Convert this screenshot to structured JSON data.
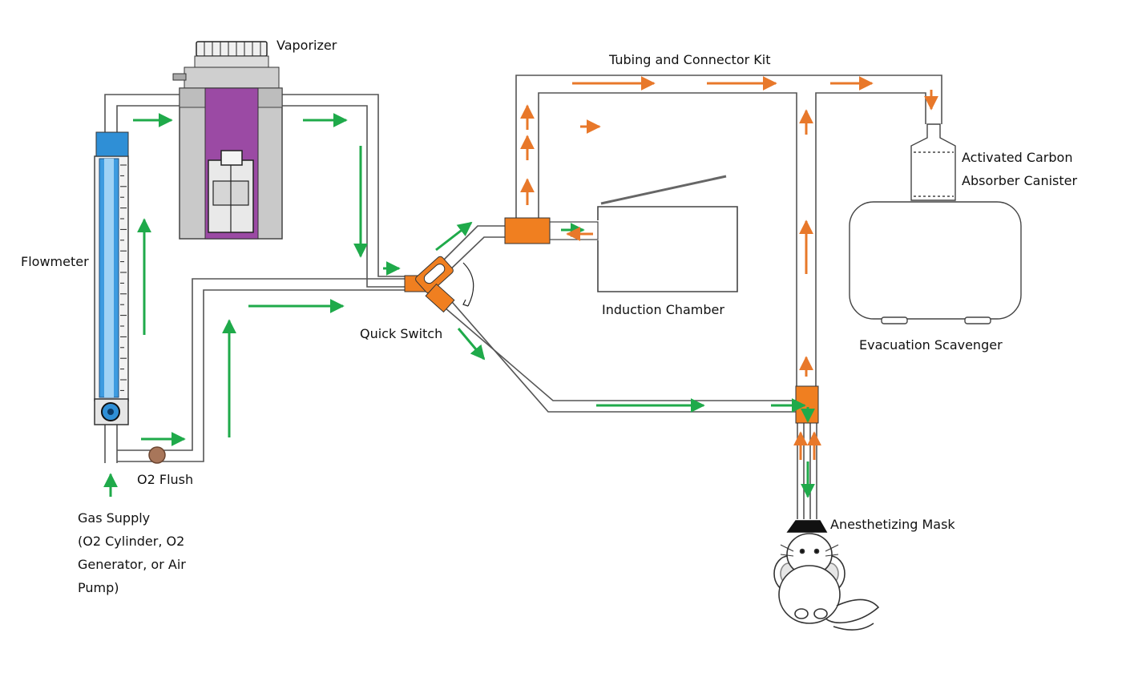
{
  "labels": {
    "vaporizer": "Vaporizer",
    "tubing_kit": "Tubing and Connector Kit",
    "flowmeter": "Flowmeter",
    "quick_switch": "Quick Switch",
    "induction_chamber": "Induction Chamber",
    "carbon_line1": "Activated Carbon",
    "carbon_line2": "Absorber Canister",
    "scavenger": "Evacuation Scavenger",
    "o2_flush": "O2 Flush",
    "gas_supply": [
      "Gas Supply",
      "(O2 Cylinder, O2",
      "Generator, or Air",
      "Pump)"
    ],
    "mask": "Anesthetizing Mask"
  },
  "colors": {
    "fresh_gas_arrow": "#1faa4a",
    "waste_gas_arrow": "#e8782a",
    "connector": "#f07f20",
    "vaporizer_window": "#9b4aa4",
    "flowmeter_tube": "#2f8fd6",
    "flush_valve": "#a8765a"
  },
  "icons": {
    "vaporizer": "vaporizer-icon",
    "flowmeter": "flowmeter-icon",
    "quick_switch": "quick-switch-icon",
    "chamber": "induction-chamber-icon",
    "canister": "carbon-canister-icon",
    "scavenger": "scavenger-icon",
    "mouse": "mouse-icon"
  }
}
